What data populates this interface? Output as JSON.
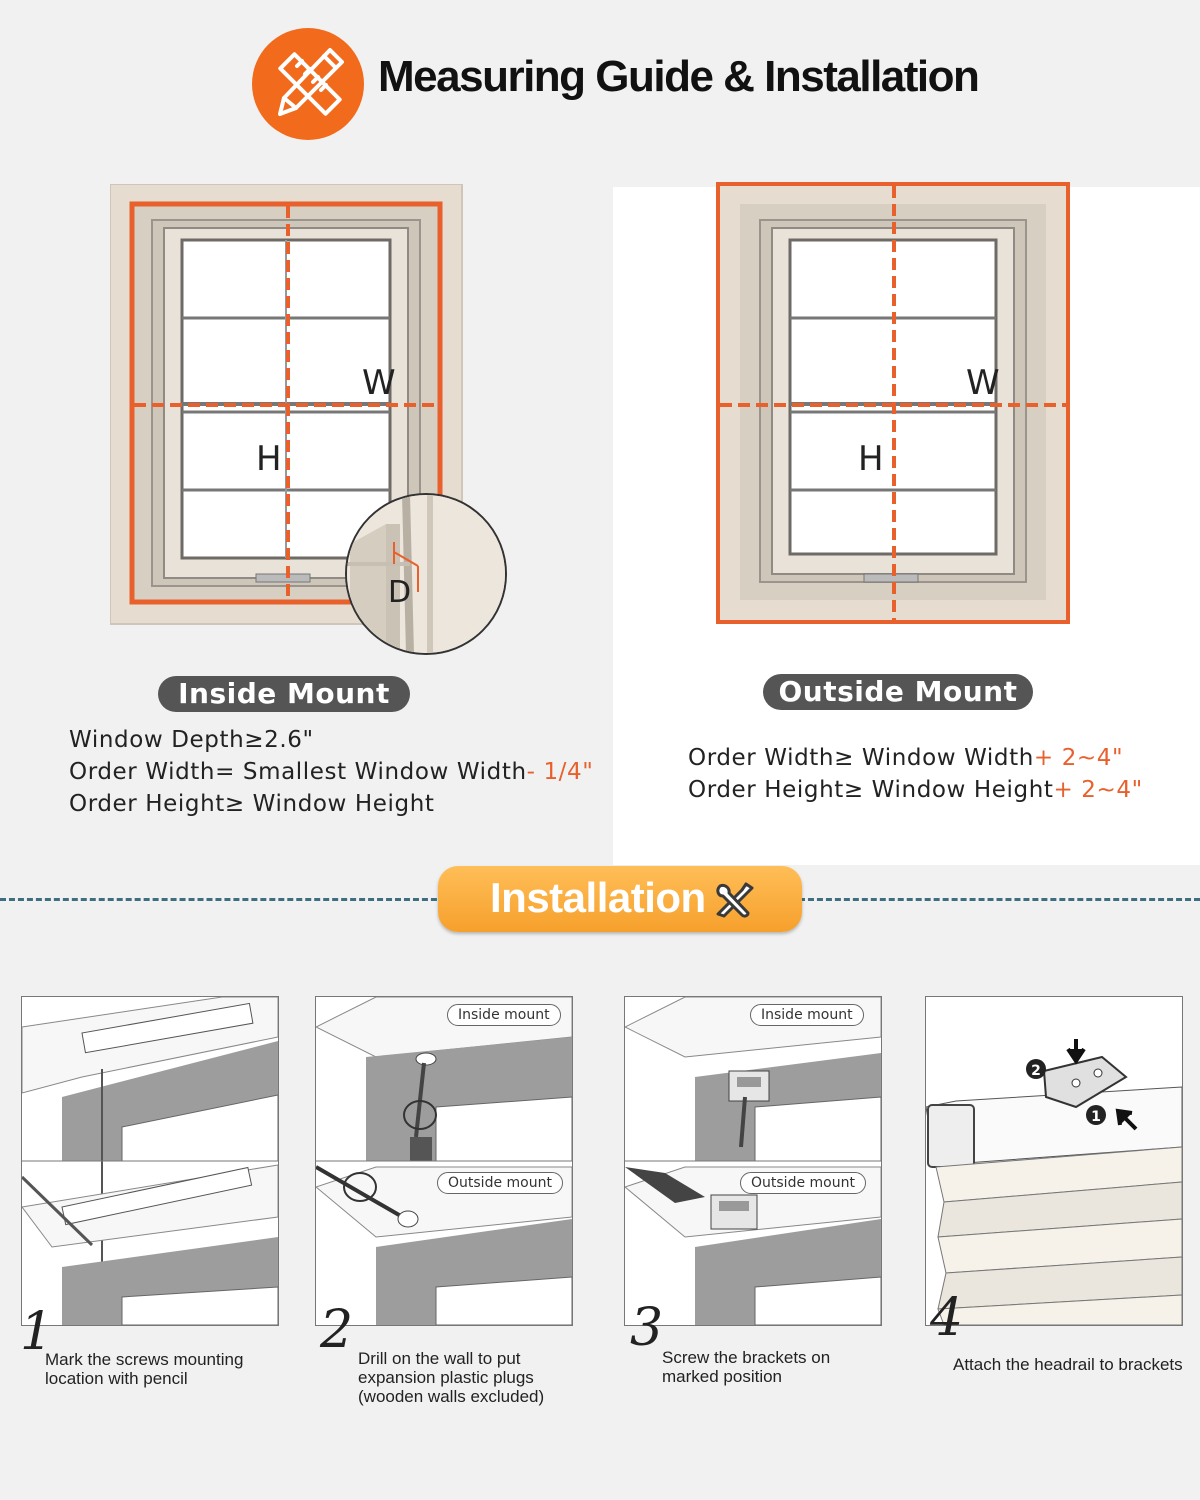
{
  "header": {
    "title": "Measuring Guide & Installation",
    "logo_icon": "ruler-pencil-icon",
    "accent_color": "#f26a1b"
  },
  "inside_mount": {
    "label": "Inside Mount",
    "dims": {
      "w": "W",
      "h": "H",
      "d": "D"
    },
    "specs": [
      {
        "text": "Window Depth≥2.6\"",
        "accent": ""
      },
      {
        "text": "Order Width= Smallest Window Width",
        "accent": "- 1/4\""
      },
      {
        "text": "Order Height≥ Window Height",
        "accent": ""
      }
    ]
  },
  "outside_mount": {
    "label": "Outside Mount",
    "dims": {
      "w": "W",
      "h": "H"
    },
    "specs": [
      {
        "text": "Order Width≥ Window Width",
        "accent": "+ 2~4\""
      },
      {
        "text": "Order Height≥ Window Height",
        "accent": "+ 2~4\""
      }
    ]
  },
  "installation": {
    "title": "Installation",
    "icon": "wrench-screwdriver-icon",
    "banner_color": "#f8a836",
    "steps": [
      {
        "number": "1",
        "lines": [
          "Mark the screws mounting",
          "location with pencil"
        ],
        "tags": []
      },
      {
        "number": "2",
        "lines": [
          "Drill on the wall to put",
          "expansion plastic plugs",
          "(wooden walls excluded)"
        ],
        "tags": [
          "Inside mount",
          "Outside mount"
        ]
      },
      {
        "number": "3",
        "lines": [
          "Screw the brackets on",
          "marked position"
        ],
        "tags": [
          "Inside mount",
          "Outside mount"
        ]
      },
      {
        "number": "4",
        "lines": [
          "Attach the headrail to brackets"
        ],
        "tags": []
      }
    ]
  }
}
